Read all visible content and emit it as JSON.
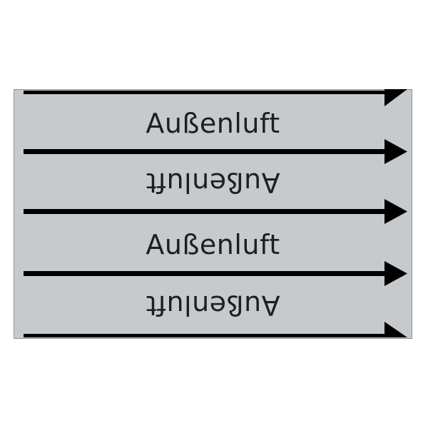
{
  "label": {
    "background_color": "#c7cacd",
    "arrow_color": "#000000",
    "text_color": "#1f1f1f",
    "medium": "Außenluft",
    "rows": [
      {
        "text": "Außenluft",
        "orientation": "upright"
      },
      {
        "text": "Außenluft",
        "orientation": "upside-down"
      },
      {
        "text": "Außenluft",
        "orientation": "upright"
      },
      {
        "text": "Außenluft",
        "orientation": "upside-down"
      }
    ],
    "flow_direction": "right"
  }
}
